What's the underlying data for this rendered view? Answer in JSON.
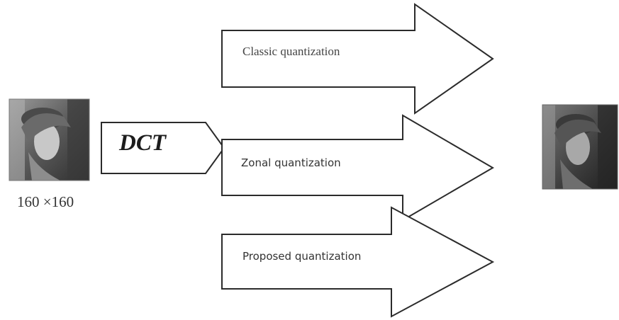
{
  "diagram": {
    "input_size_label": "160 ×160",
    "transform_label": "DCT",
    "methods": [
      {
        "label": "Classic quantization"
      },
      {
        "label": "Zonal quantization"
      },
      {
        "label": "Proposed quantization"
      }
    ]
  },
  "images": {
    "input": "grayscale-portrait-thumbnail",
    "output": "grayscale-portrait-thumbnail-reconstructed"
  },
  "colors": {
    "outline": "#2b2b2b",
    "text": "#333333",
    "dct_text": "#1c1c1c"
  }
}
